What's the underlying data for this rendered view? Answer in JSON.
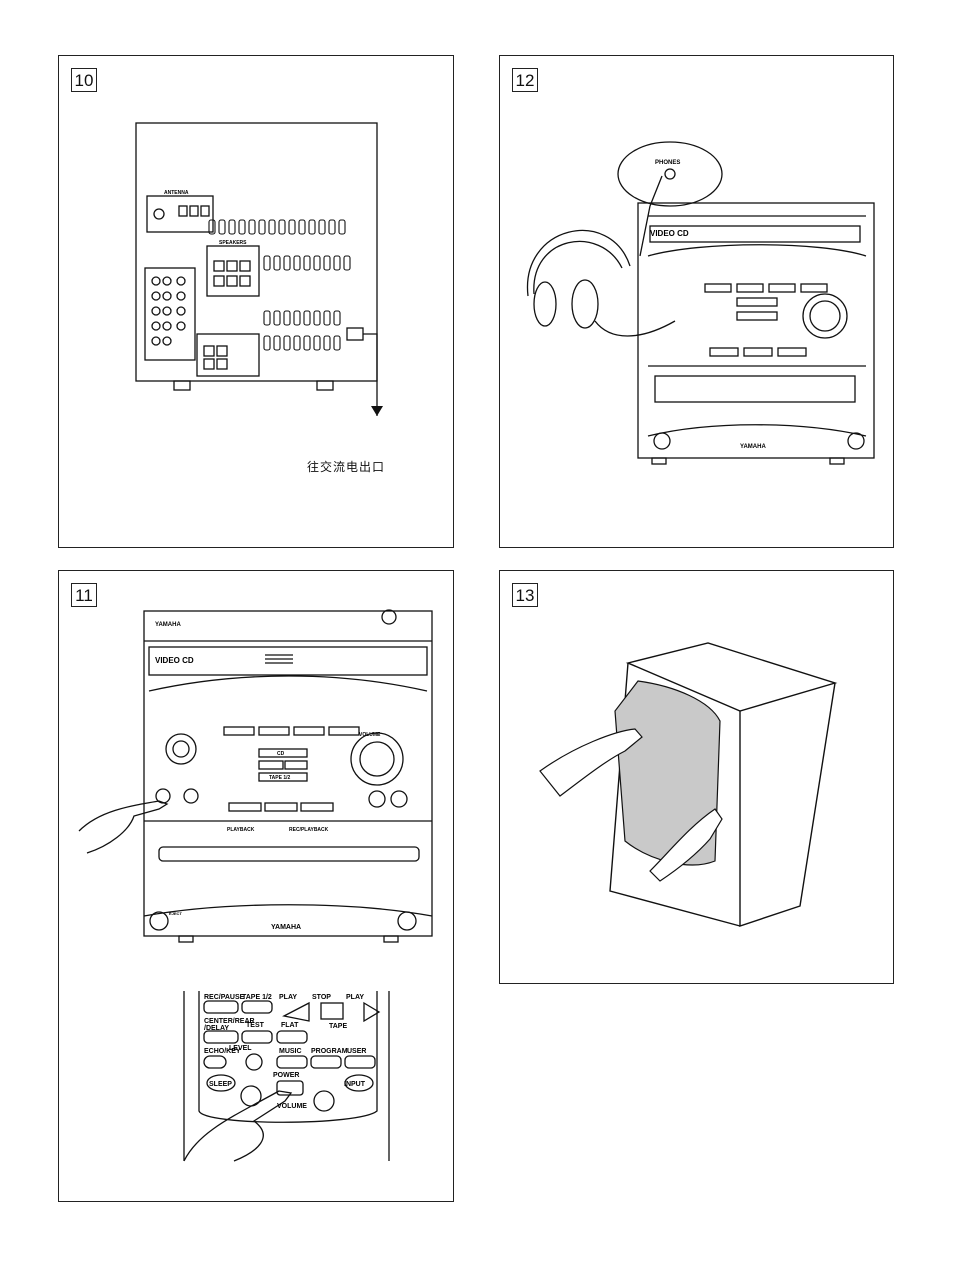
{
  "panels": {
    "p10": {
      "number": "10",
      "caption": "往交流电出口"
    },
    "p11": {
      "number": "11"
    },
    "p12": {
      "number": "12",
      "phones_label": "PHONES"
    },
    "p13": {
      "number": "13"
    }
  },
  "unit": {
    "brand": "YAMAHA",
    "video_cd": "VIDEO CD",
    "playback": "PLAYBACK",
    "rec_playback": "REC/PLAYBACK",
    "cd": "CD",
    "tape": "TAPE 1/2",
    "volume": "VOLUME",
    "eject": "EJECT"
  },
  "remote": {
    "rec_pause": "REC/PAUSE",
    "tape12": "TAPE 1/2",
    "play": "PLAY",
    "stop": "STOP",
    "play2": "PLAY",
    "center_rear": "CENTER/REAR",
    "delay": "/DELAY",
    "test": "TEST",
    "flat": "FLAT",
    "tape": "TAPE",
    "echo_key": "ECHO/KEY",
    "level": "LEVEL",
    "music": "MUSIC",
    "program": "PROGRAM",
    "user": "USER",
    "sleep": "SLEEP",
    "power": "POWER",
    "input": "INPUT",
    "volume": "VOLUME"
  }
}
